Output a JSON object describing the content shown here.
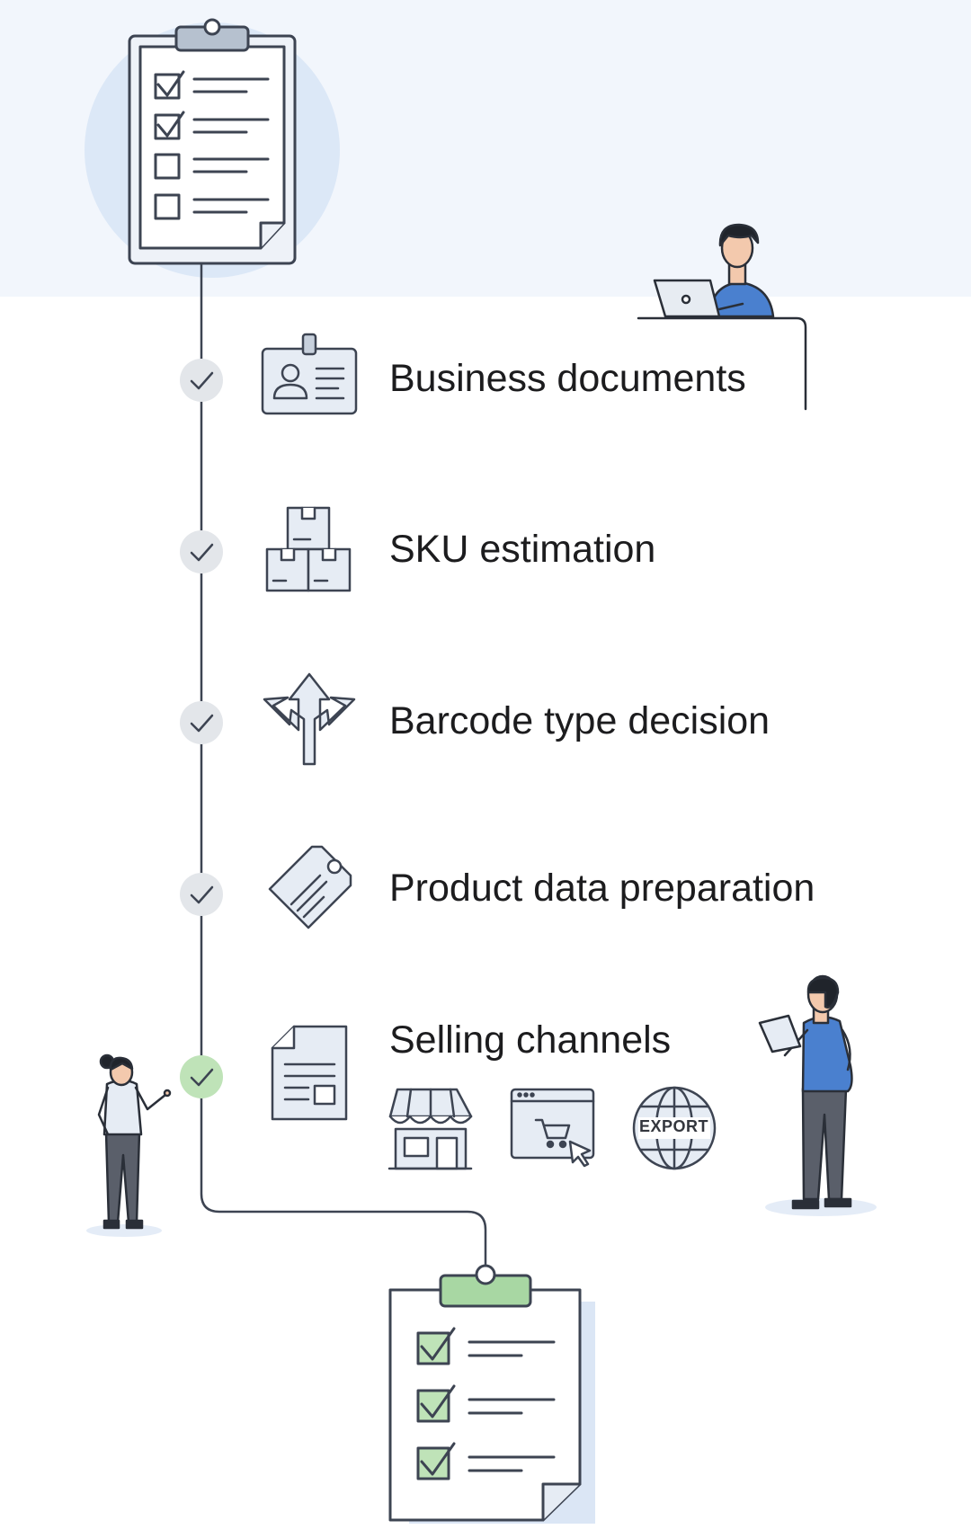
{
  "steps": [
    {
      "label": "Business documents",
      "icon": "id-badge-icon",
      "status": "complete"
    },
    {
      "label": "SKU estimation",
      "icon": "stacked-boxes-icon",
      "status": "complete"
    },
    {
      "label": "Barcode type decision",
      "icon": "branching-arrows-icon",
      "status": "complete"
    },
    {
      "label": "Product data preparation",
      "icon": "price-tag-icon",
      "status": "complete"
    },
    {
      "label": "Selling channels",
      "icon": "document-icon",
      "status": "active"
    }
  ],
  "channels": [
    {
      "icon": "storefront-icon"
    },
    {
      "icon": "online-shop-browser-icon"
    },
    {
      "icon": "export-globe-icon",
      "text": "EXPORT"
    }
  ],
  "colors": {
    "top_band": "#f2f6fc",
    "halo": "#dce8f7",
    "stroke": "#3d4452",
    "icon_fill": "#e6ecf4",
    "check_done": "#e3e6ea",
    "check_active": "#bfe3b8",
    "clip_green": "#a8d7a3",
    "shirt_blue": "#4a80cf"
  }
}
